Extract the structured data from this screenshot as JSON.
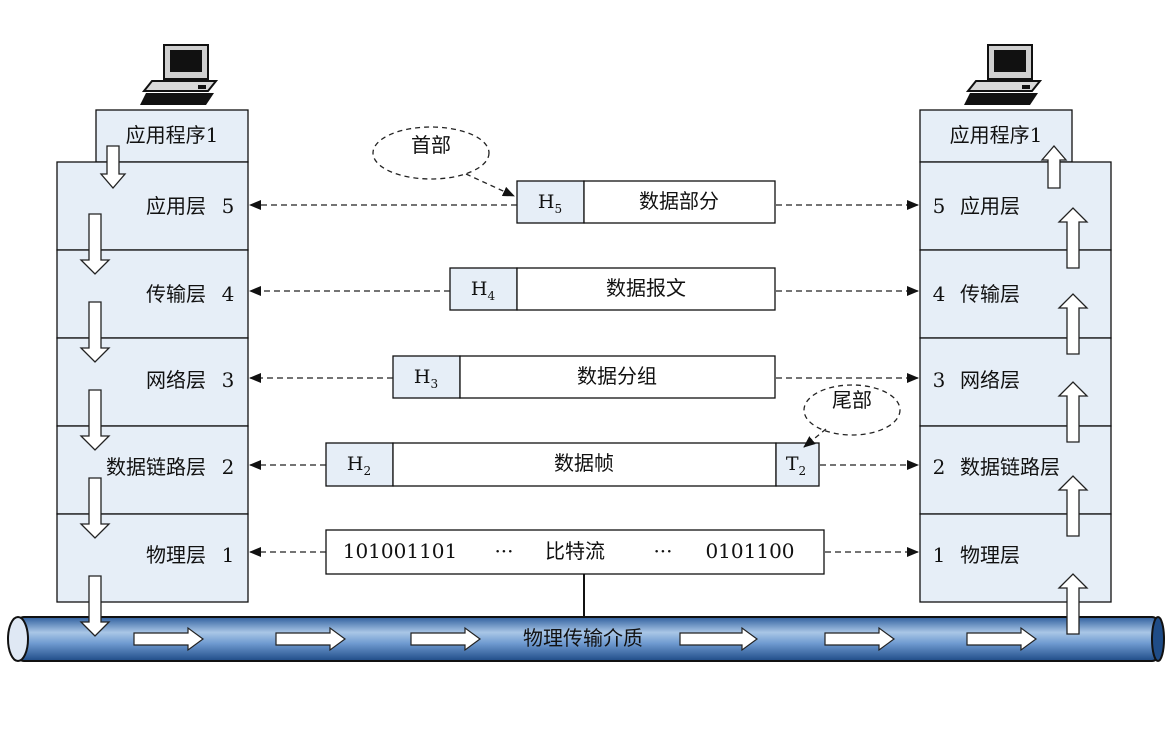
{
  "left_stack": {
    "app_label": "应用程序1",
    "layers": [
      {
        "name": "应用层",
        "num": "5"
      },
      {
        "name": "传输层",
        "num": "4"
      },
      {
        "name": "网络层",
        "num": "3"
      },
      {
        "name": "数据链路层",
        "num": "2"
      },
      {
        "name": "物理层",
        "num": "1"
      }
    ]
  },
  "right_stack": {
    "app_label": "应用程序1",
    "layers": [
      {
        "name": "应用层",
        "num": "5"
      },
      {
        "name": "传输层",
        "num": "4"
      },
      {
        "name": "网络层",
        "num": "3"
      },
      {
        "name": "数据链路层",
        "num": "2"
      },
      {
        "name": "物理层",
        "num": "1"
      }
    ]
  },
  "pdus": {
    "application": {
      "header": "H",
      "header_sub": "5",
      "body": "数据部分"
    },
    "transport": {
      "header": "H",
      "header_sub": "4",
      "body": "数据报文"
    },
    "network": {
      "header": "H",
      "header_sub": "3",
      "body": "数据分组"
    },
    "datalink": {
      "header": "H",
      "header_sub": "2",
      "body": "数据帧",
      "trailer": "T",
      "trailer_sub": "2"
    },
    "physical": {
      "bits_left": "101001101",
      "dots_left": "···",
      "body": "比特流",
      "dots_right": "···",
      "bits_right": "0101100"
    }
  },
  "callouts": {
    "header_note": "首部",
    "trailer_note": "尾部"
  },
  "medium": {
    "label": "物理传输介质"
  },
  "colors": {
    "layer_fill": "#e6eef7",
    "header_fill": "#e6eef7",
    "pipe_fill": "#4a78b4",
    "pipe_light": "#c6d8ec",
    "stroke": "#222222"
  },
  "icons": [
    "computer-icon-left",
    "computer-icon-right"
  ]
}
